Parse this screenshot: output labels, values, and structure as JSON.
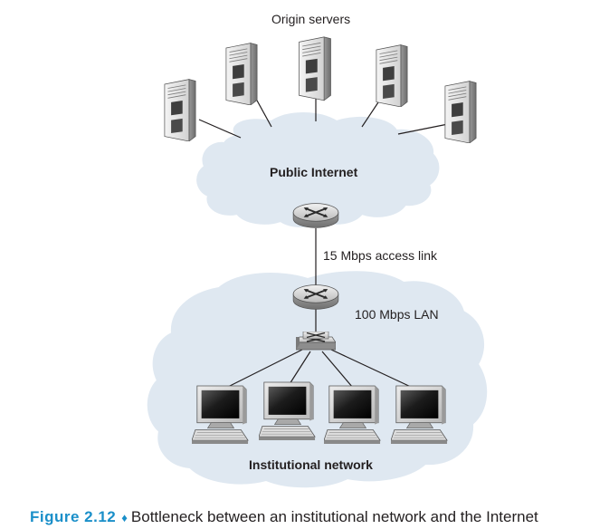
{
  "labels": {
    "origin_servers": "Origin servers",
    "public_internet": "Public Internet",
    "access_link": "15 Mbps access link",
    "lan": "100 Mbps LAN",
    "institutional_network": "Institutional network"
  },
  "caption": {
    "figure_number": "Figure 2.12",
    "separator": "♦",
    "text": "Bottleneck between an institutional network and the Internet"
  },
  "colors": {
    "cloud_fill": "#dfe8f1",
    "accent": "#1a8fc9",
    "line": "#231f20"
  },
  "icons": {
    "server": "server-icon",
    "router": "router-icon",
    "switch": "switch-icon",
    "computer": "computer-icon"
  }
}
